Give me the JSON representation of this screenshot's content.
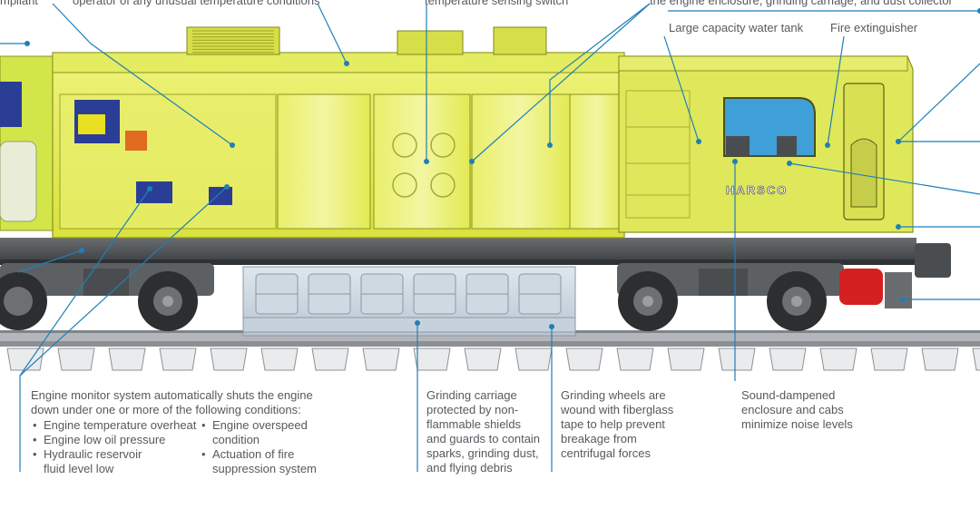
{
  "labels": {
    "top_compliant": "mpliant",
    "top_operator": "operator of any unusual temperature conditions",
    "top_switch": "temperature sensing switch",
    "top_enclosure": "the engine enclosure, grinding carriage, and dust collector",
    "water_tank": "Large capacity water tank",
    "fire_extinguisher": "Fire extinguisher",
    "brand": "HARSCO"
  },
  "engine_monitor": {
    "line1": "Engine monitor system automatically shuts the engine",
    "line2": "down under one or more of the following conditions:",
    "col1": [
      "Engine temperature overheat",
      "Engine low oil pressure",
      "Hydraulic reservoir fluid level low"
    ],
    "col2": [
      "Engine overspeed condition",
      "Actuation of fire suppression system"
    ]
  },
  "grinding_carriage": {
    "lines": [
      "Grinding carriage",
      "protected by non-",
      "flammable shields",
      "and guards to contain",
      "sparks, grinding dust,",
      "and flying debris"
    ]
  },
  "grinding_wheels": {
    "lines": [
      "Grinding wheels are",
      "wound with fiberglass",
      "tape to help prevent",
      "breakage from",
      "centrifugal forces"
    ]
  },
  "sound": {
    "lines": [
      "Sound-dampened",
      "enclosure and cabs",
      "minimize noise levels"
    ]
  },
  "colors": {
    "leader": "#1f7fb8",
    "body_yellow": "#e3ec4f",
    "body_dark": "#c6cc3a",
    "frame_gray": "#55585b",
    "rail": "#9a9ea2",
    "glass": "#3f9fd8",
    "red": "#d42020",
    "text": "#555a5f"
  }
}
